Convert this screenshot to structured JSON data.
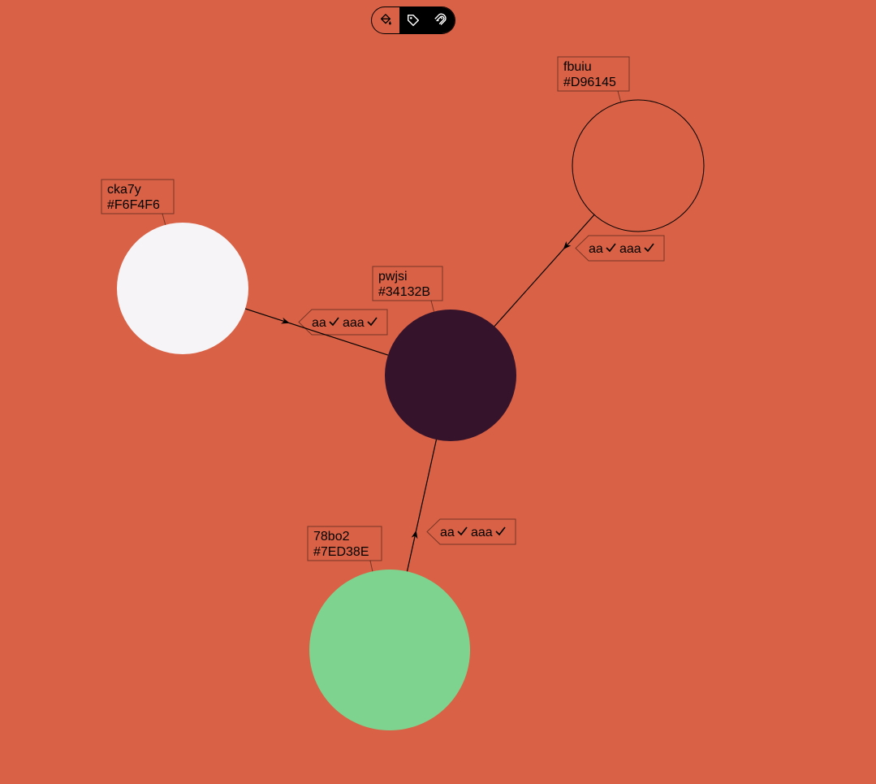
{
  "canvas": {
    "background": "#D96145"
  },
  "toolbar": {
    "buttons": [
      {
        "name": "paint-bucket-icon",
        "active": false
      },
      {
        "name": "tag-icon",
        "active": true
      },
      {
        "name": "magnet-icon",
        "active": true
      }
    ]
  },
  "nodes": [
    {
      "id": "fbuiu",
      "color": "#D96145",
      "label_id": "fbuiu",
      "label_color": "#D96145"
    },
    {
      "id": "cka7y",
      "color": "#F6F4F6",
      "label_id": "cka7y",
      "label_color": "#F6F4F6"
    },
    {
      "id": "pwjsi",
      "color": "#34132B",
      "label_id": "pwjsi",
      "label_color": "#34132B"
    },
    {
      "id": "78bo2",
      "color": "#7ED38E",
      "label_id": "78bo2",
      "label_color": "#7ED38E"
    }
  ],
  "edges": [
    {
      "from": "fbuiu",
      "to": "pwjsi",
      "label_a": "aa",
      "label_b": "aaa"
    },
    {
      "from": "cka7y",
      "to": "pwjsi",
      "label_a": "aa",
      "label_b": "aaa"
    },
    {
      "from": "78bo2",
      "to": "pwjsi",
      "label_a": "aa",
      "label_b": "aaa"
    }
  ]
}
